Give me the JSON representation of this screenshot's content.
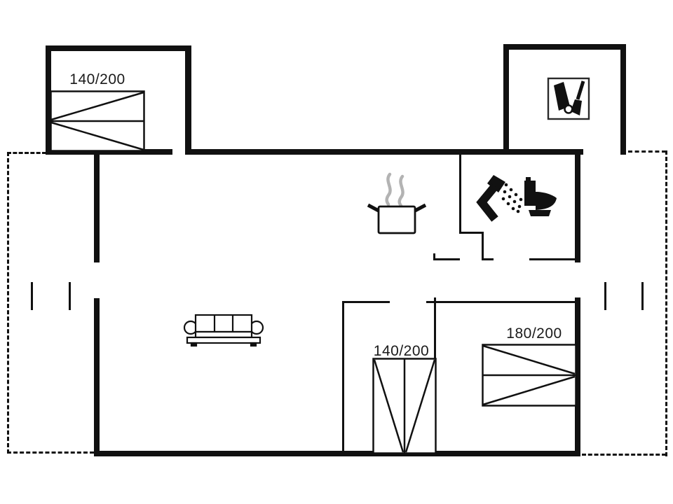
{
  "type": "floor-plan",
  "background_color": "#ffffff",
  "wall_color": "#111111",
  "steam_color": "#b3b3b3",
  "text_color": "#1a1a1a",
  "labels": {
    "bed_top_left": "140/200",
    "bed_bottom_middle": "140/200",
    "bed_bottom_right": "180/200"
  },
  "icons": [
    "double-bed-icon-top-left",
    "vacuum-cleaner-icon",
    "cooking-pot-icon",
    "steam-icon",
    "shower-icon",
    "toilet-icon",
    "sofa-icon",
    "single-bed-icon-bottom-middle",
    "double-bed-icon-bottom-right"
  ],
  "areas": {
    "terrace_left": "dashed-outline",
    "terrace_right": "dashed-outline"
  }
}
